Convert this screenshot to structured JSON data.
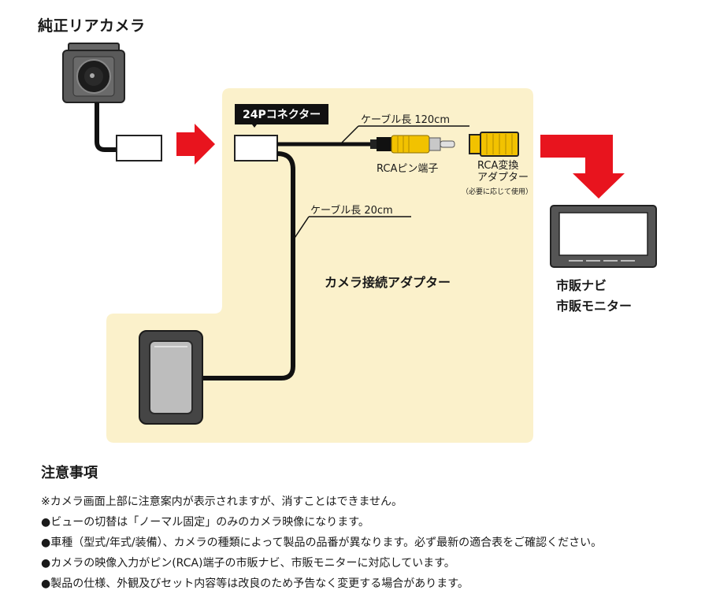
{
  "camera": {
    "title": "純正リアカメラ"
  },
  "connector": {
    "tag": "24Pコネクター"
  },
  "cables": {
    "long_length": "ケーブル長 120cm",
    "short_length": "ケーブル長 20cm"
  },
  "rca_pin": {
    "label": "RCAピン端子"
  },
  "rca_adapter": {
    "label_line1": "RCA変換",
    "label_line2": "アダプター",
    "note": "（必要に応じて使用）"
  },
  "adapter": {
    "label": "カメラ接続アダプター"
  },
  "monitor": {
    "line1": "市販ナビ",
    "line2": "市販モニター"
  },
  "notes": {
    "title": "注意事項",
    "items": [
      "※カメラ画面上部に注意案内が表示されますが、消すことはできません。",
      "●ビューの切替は「ノーマル固定」のみのカメラ映像になります。",
      "●車種（型式/年式/装備）、カメラの種類によって製品の品番が異なります。必ず最新の適合表をご確認ください。",
      "●カメラの映像入力がピン(RCA)端子の市販ナビ、市販モニターに対応しています。",
      "●製品の仕様、外観及びセット内容等は改良のため予告なく変更する場合があります。"
    ]
  },
  "colors": {
    "panel": "#fbf1cb",
    "arrow": "#e8141e",
    "rca_yellow": "#f2c200",
    "dark_gray": "#4a4a4a"
  }
}
